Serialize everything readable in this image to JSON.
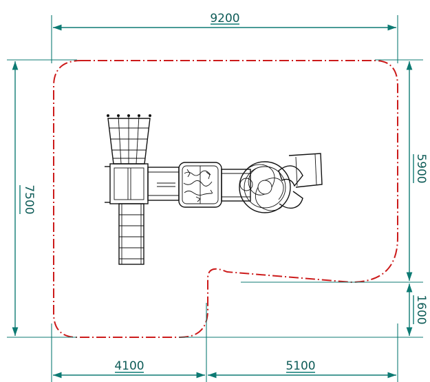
{
  "dimensions": {
    "total_width": "9200",
    "total_height": "7500",
    "right_upper": "5900",
    "right_lower": "1600",
    "bottom_left": "4100",
    "bottom_right": "5100"
  },
  "colors": {
    "dimension": "#0d7a73",
    "boundary": "#cc1a1a",
    "equipment": "#111111"
  }
}
